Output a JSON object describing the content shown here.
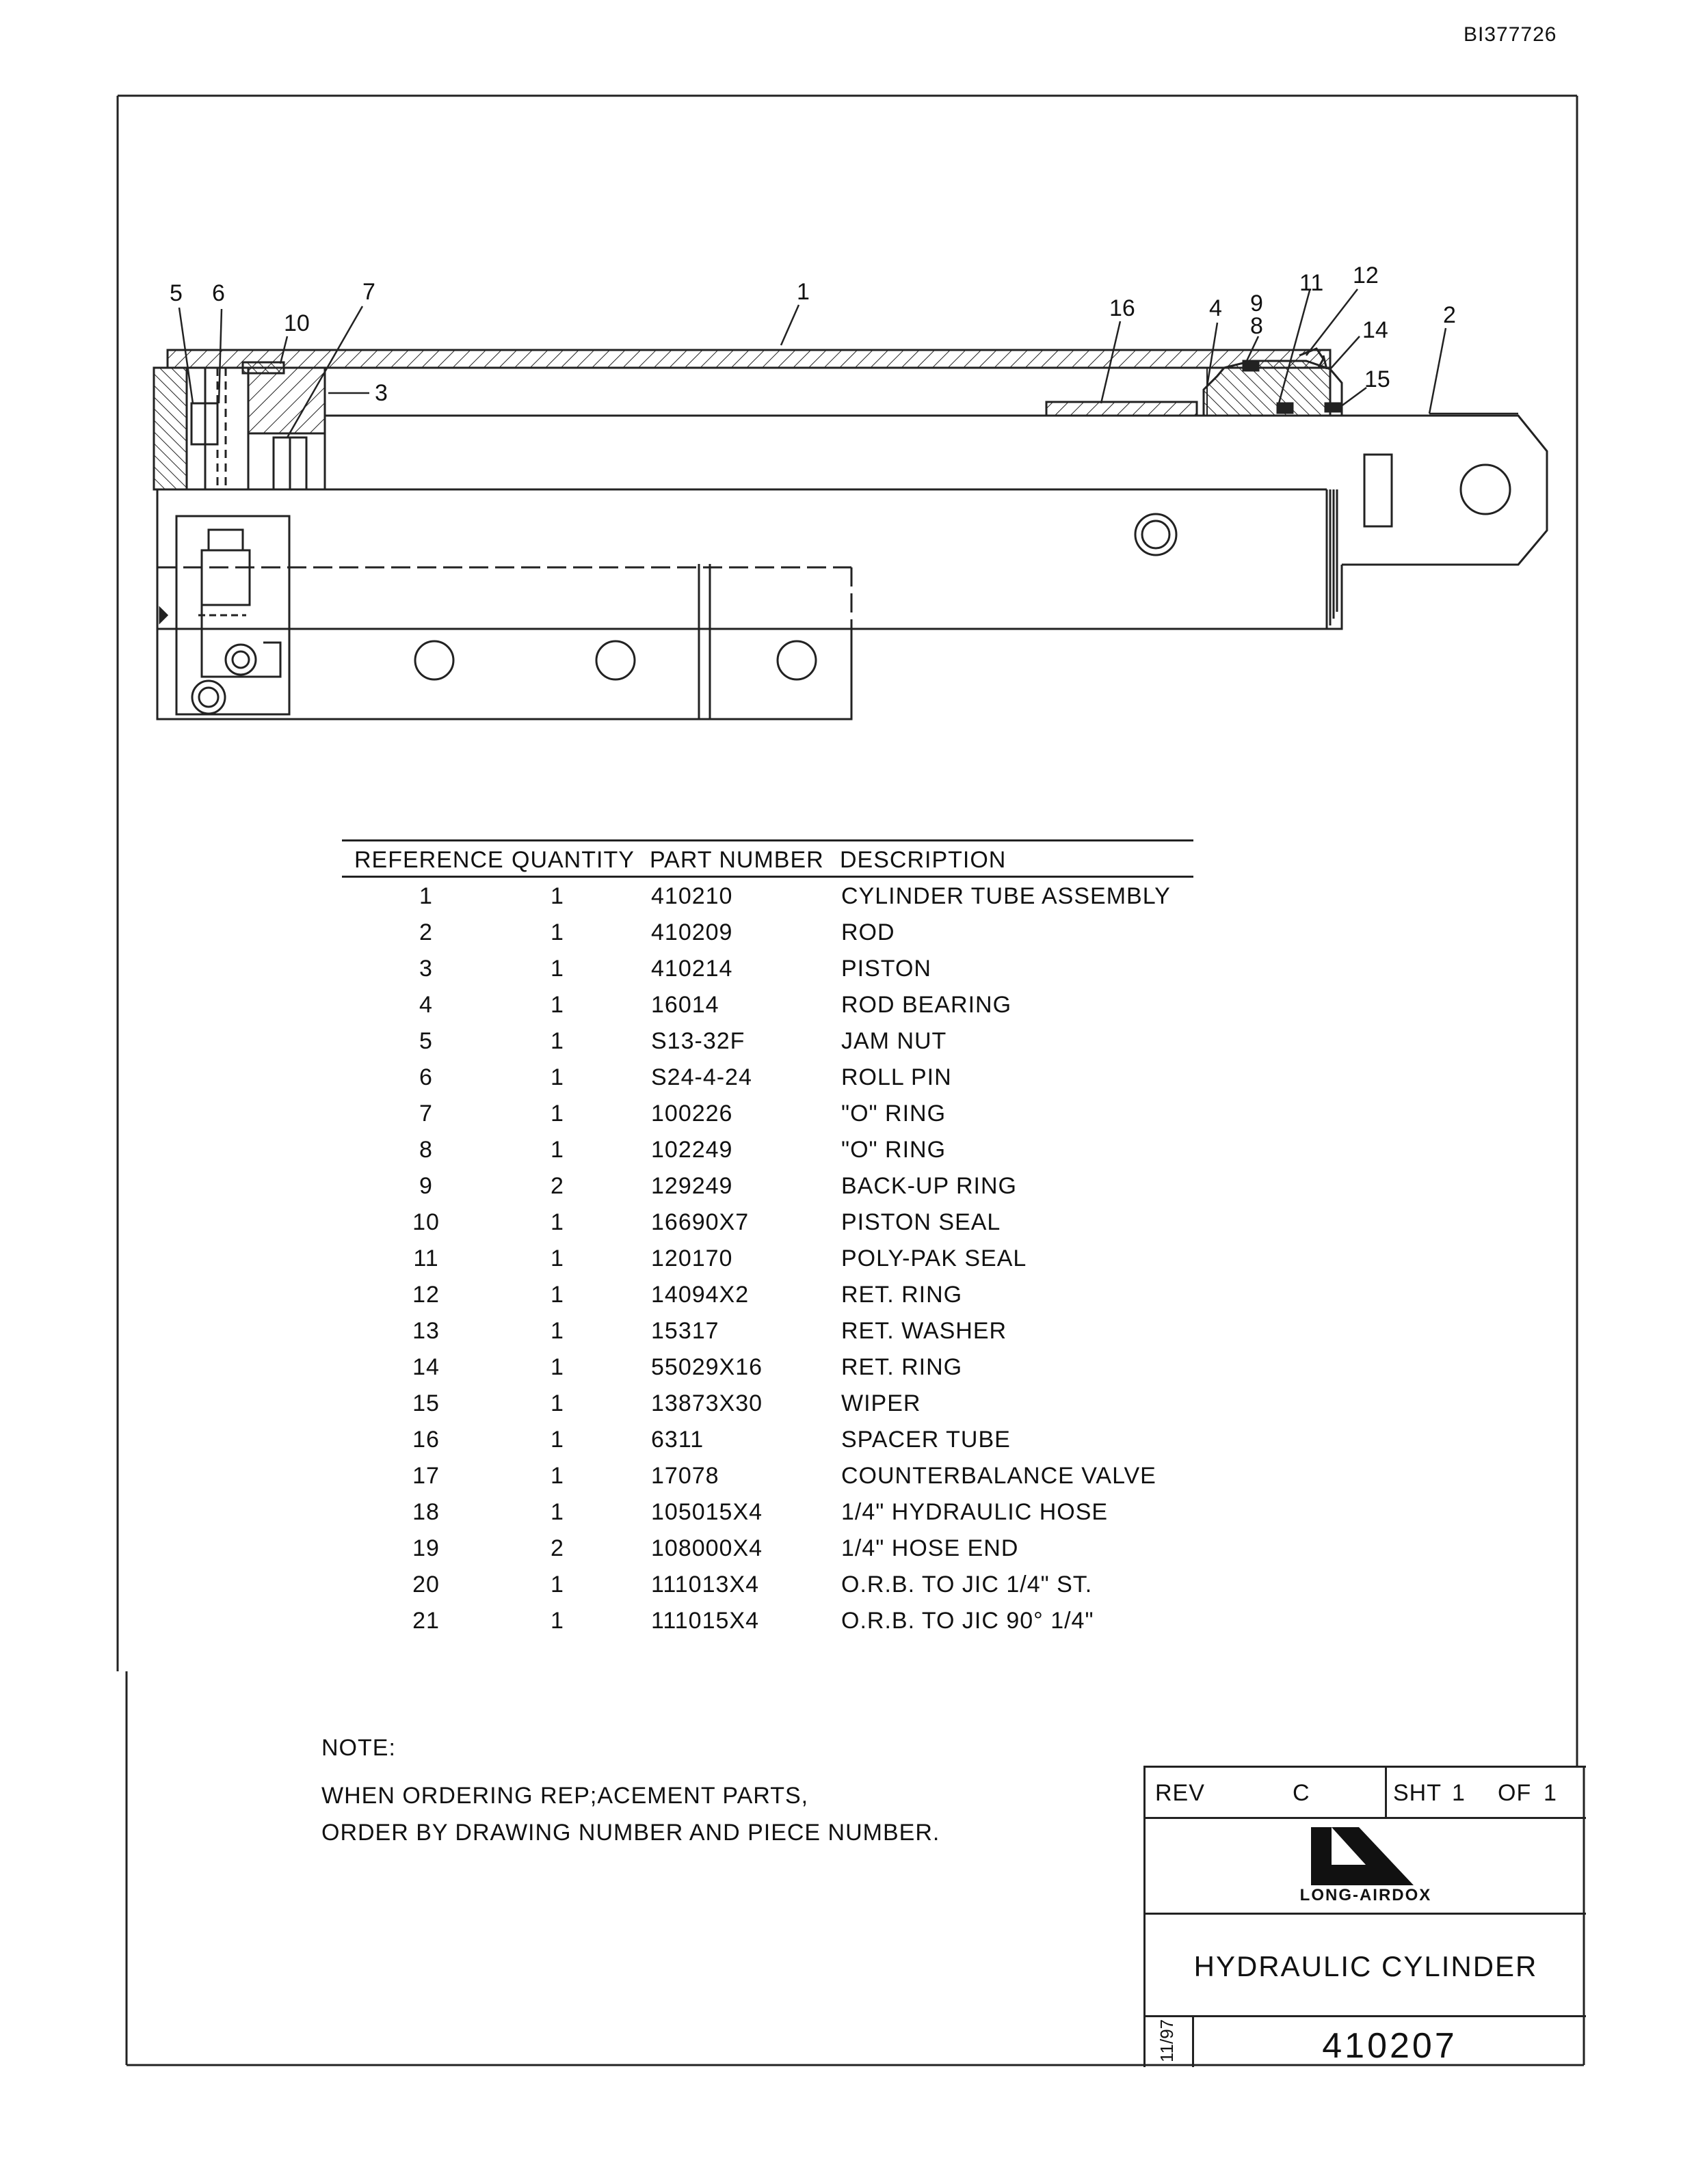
{
  "document_id": "BI377726",
  "callouts": [
    "5",
    "6",
    "10",
    "7",
    "3",
    "1",
    "16",
    "4",
    "9",
    "8",
    "11",
    "12",
    "14",
    "15",
    "2"
  ],
  "parts_table": {
    "headers": {
      "reference": "REFERENCE",
      "quantity": "QUANTITY",
      "part_number": "PART NUMBER",
      "description": "DESCRIPTION"
    },
    "rows": [
      {
        "ref": "1",
        "qty": "1",
        "pn": "410210",
        "desc": "CYLINDER TUBE ASSEMBLY"
      },
      {
        "ref": "2",
        "qty": "1",
        "pn": "410209",
        "desc": "ROD"
      },
      {
        "ref": "3",
        "qty": "1",
        "pn": "410214",
        "desc": "PISTON"
      },
      {
        "ref": "4",
        "qty": "1",
        "pn": "16014",
        "desc": "ROD BEARING"
      },
      {
        "ref": "5",
        "qty": "1",
        "pn": "S13-32F",
        "desc": "JAM NUT"
      },
      {
        "ref": "6",
        "qty": "1",
        "pn": "S24-4-24",
        "desc": "ROLL PIN"
      },
      {
        "ref": "7",
        "qty": "1",
        "pn": "100226",
        "desc": "\"O\" RING"
      },
      {
        "ref": "8",
        "qty": "1",
        "pn": "102249",
        "desc": "\"O\" RING"
      },
      {
        "ref": "9",
        "qty": "2",
        "pn": "129249",
        "desc": "BACK-UP RING"
      },
      {
        "ref": "10",
        "qty": "1",
        "pn": "16690X7",
        "desc": "PISTON SEAL"
      },
      {
        "ref": "11",
        "qty": "1",
        "pn": "120170",
        "desc": "POLY-PAK SEAL"
      },
      {
        "ref": "12",
        "qty": "1",
        "pn": "14094X2",
        "desc": "RET. RING"
      },
      {
        "ref": "13",
        "qty": "1",
        "pn": "15317",
        "desc": "RET. WASHER"
      },
      {
        "ref": "14",
        "qty": "1",
        "pn": "55029X16",
        "desc": "RET. RING"
      },
      {
        "ref": "15",
        "qty": "1",
        "pn": "13873X30",
        "desc": "WIPER"
      },
      {
        "ref": "16",
        "qty": "1",
        "pn": "6311",
        "desc": "SPACER TUBE"
      },
      {
        "ref": "17",
        "qty": "1",
        "pn": "17078",
        "desc": "COUNTERBALANCE VALVE"
      },
      {
        "ref": "18",
        "qty": "1",
        "pn": "105015X4",
        "desc": "1/4\" HYDRAULIC HOSE"
      },
      {
        "ref": "19",
        "qty": "2",
        "pn": "108000X4",
        "desc": "1/4\" HOSE END"
      },
      {
        "ref": "20",
        "qty": "1",
        "pn": "111013X4",
        "desc": "O.R.B. TO JIC 1/4\" ST."
      },
      {
        "ref": "21",
        "qty": "1",
        "pn": "111015X4",
        "desc": "O.R.B. TO JIC 90° 1/4\""
      }
    ]
  },
  "note": {
    "heading": "NOTE:",
    "line1": "WHEN ORDERING REP;ACEMENT PARTS,",
    "line2": "ORDER BY DRAWING NUMBER AND PIECE NUMBER."
  },
  "title_block": {
    "rev_label": "REV",
    "rev_value": "C",
    "sheet_label": "SHT",
    "sheet_number": "1",
    "of_label": "OF",
    "of_number": "1",
    "logo_text": "LONG-AIRDOX",
    "title": "HYDRAULIC CYLINDER",
    "date": "11/97",
    "drawing_number": "410207"
  }
}
